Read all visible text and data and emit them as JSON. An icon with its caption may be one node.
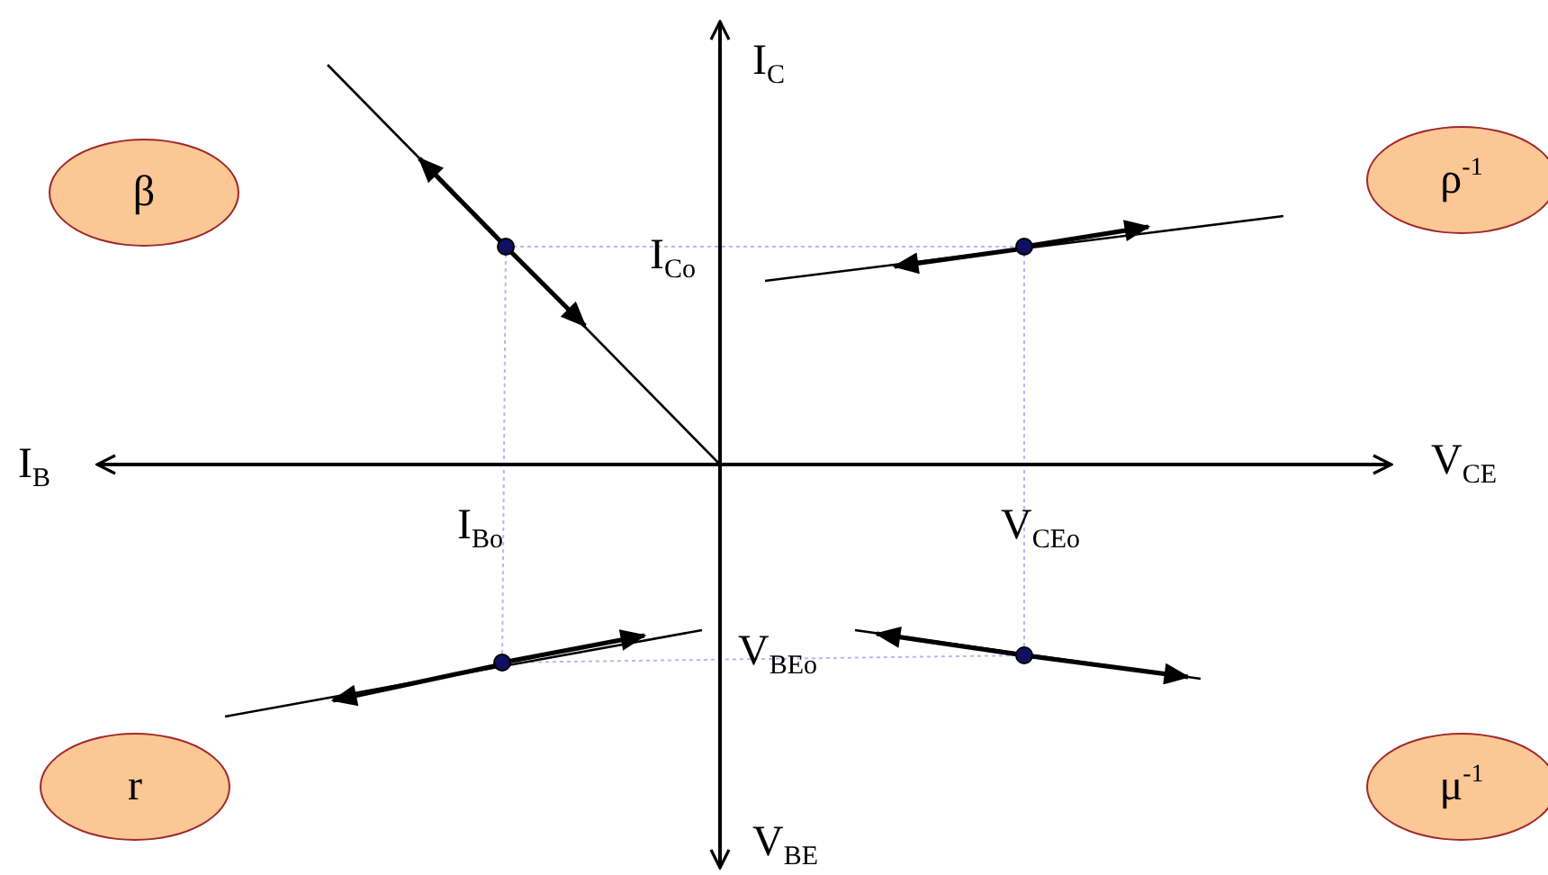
{
  "diagram": {
    "nodes": [
      {
        "text": [
          "β"
        ]
      },
      {
        "text": [
          "ρ$^{-1}$"
        ]
      },
      {
        "text": [
          "r"
        ]
      },
      {
        "text": [
          "μ$^{-1}$"
        ]
      }
    ],
    "labels": [
      "I$_{C}$",
      "I$_{Co}$",
      "I$_{B}$",
      "V$_{CE}$",
      "I$_{Bo}$",
      "V$_{CEo}$",
      "V$_{BEo}$",
      "V$_{BE}$"
    ]
  }
}
